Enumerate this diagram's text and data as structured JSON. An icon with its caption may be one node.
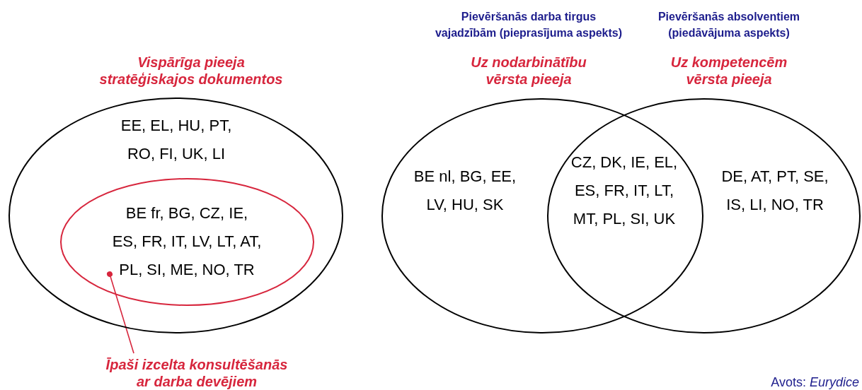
{
  "diagram": {
    "caption": "Avots: *Eurydice*",
    "nodes": [
      {
        "text": [
          "Vispārīga pieeja stratēģiskajos dokumentos",
          "EE, EL, HU, PT, RO, FI, UK, LI"
        ]
      },
      {
        "text": [
          "BE fr, BG, CZ, IE, ES, FR, IT, LV, LT, AT, PL, SI, ME, NO, TR"
        ],
        "in": 0
      },
      {
        "text": [
          "Īpaši izcelta konsultēšanās ar darba devējiem"
        ]
      },
      {
        "text": [
          "Pievēršanās darba tirgus vajadzībām (pieprasījuma aspekts)",
          "Uz nodarbinātību vērsta pieeja",
          "BE nl, BG, EE, LV, HU, SK"
        ]
      },
      {
        "text": [
          "Pievēršanās absolventiem (piedāvājuma aspekts)",
          "Uz kompetencēm vērsta pieeja",
          "DE, AT, PT, SE, IS, LI, NO, TR"
        ]
      },
      {
        "text": [
          "CZ, DK, IE, EL, ES, FR, IT, LT, MT, PL, SI, UK"
        ]
      }
    ],
    "edges": [
      {
        "from": 2,
        "to": 1,
        "arrow": "other",
        "color": "#d7263d"
      }
    ]
  }
}
